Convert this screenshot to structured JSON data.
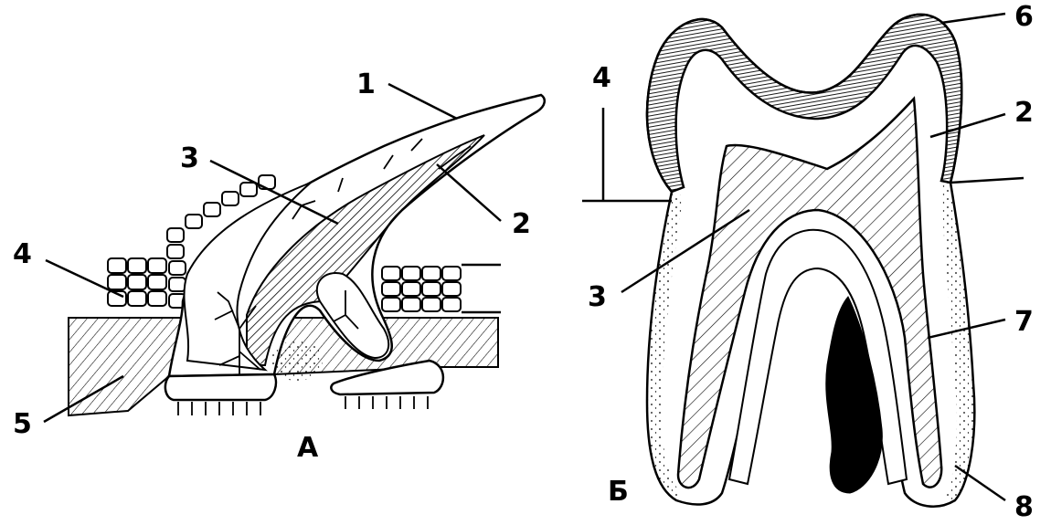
{
  "panels": [
    {
      "id": "A",
      "caption": "А",
      "labels": [
        "1",
        "2",
        "3",
        "4",
        "5"
      ]
    },
    {
      "id": "B",
      "caption": "Б",
      "labels": [
        "2",
        "3",
        "4",
        "6",
        "7",
        "8"
      ]
    }
  ]
}
